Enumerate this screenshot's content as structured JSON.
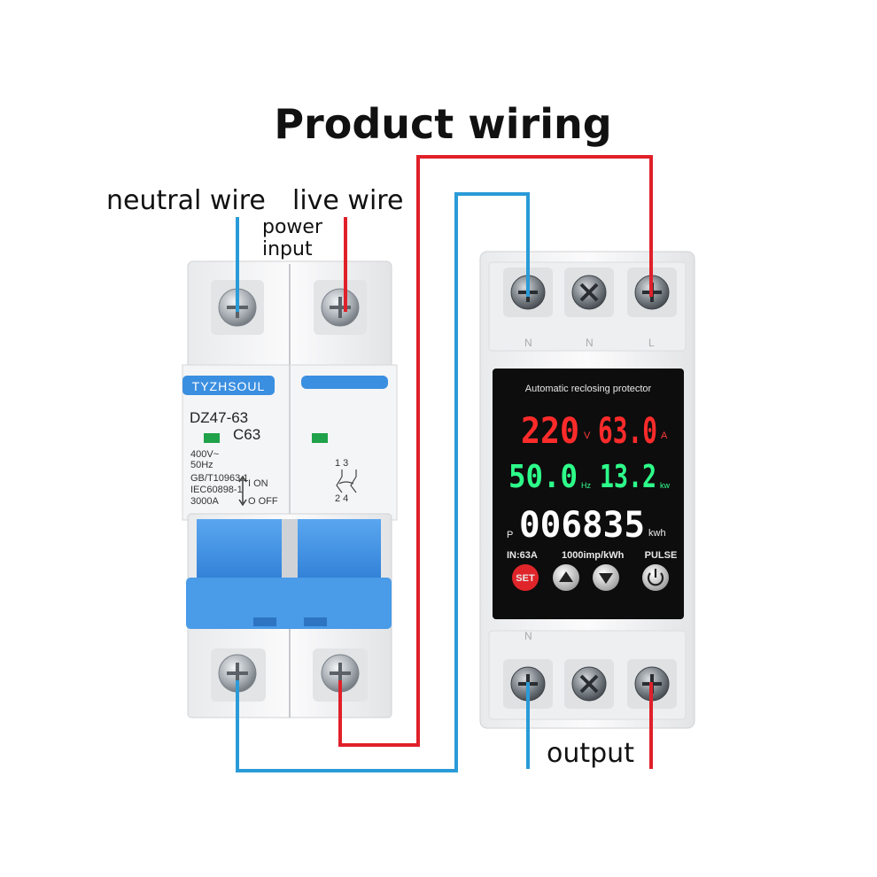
{
  "title": "Product wiring",
  "labels": {
    "neutral_wire": "neutral wire",
    "live_wire": "live wire",
    "power_input_line1": "power",
    "power_input_line2": "input",
    "output": "output"
  },
  "breaker": {
    "brand": "TYZHSOUL",
    "model": "DZ47-63",
    "rating": "C63",
    "voltage": "400V~",
    "frequency": "50Hz",
    "standard1": "GB/T10963.1",
    "standard2": "IEC60898-1",
    "capacity": "3000A",
    "on_label": "I ON",
    "off_label": "O OFF",
    "terminal_top": "1 3",
    "terminal_bottom": "2 4"
  },
  "protector": {
    "header": "Automatic reclosing protector",
    "voltage_reading": "220",
    "voltage_unit": "V",
    "current_reading": "63.0",
    "current_unit": "A",
    "frequency_reading": "50.0",
    "frequency_unit": "Hz",
    "power_reading": "13.2",
    "power_unit": "kw",
    "energy_prefix": "P",
    "energy_reading": "006835",
    "energy_unit": "kwh",
    "rating": "IN:63A",
    "impulse": "1000imp/kWh",
    "pulse": "PULSE",
    "set_button": "SET",
    "terminal_top_left": "N",
    "terminal_top_mid": "N",
    "terminal_top_right": "L",
    "terminal_bottom_left": "N"
  },
  "colors": {
    "neutral": "#2a9bd8",
    "live": "#e0202a",
    "breaker_blue": "#3b8fe0",
    "display_bg": "#0d0d0d"
  }
}
